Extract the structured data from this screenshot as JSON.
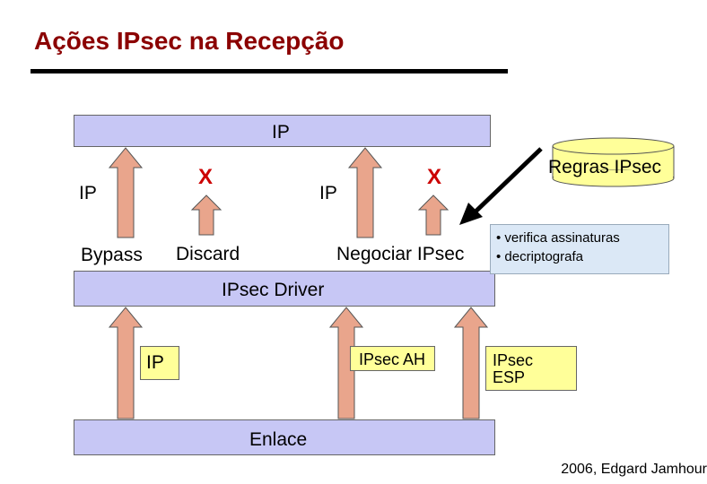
{
  "title": "Ações IPsec na Recepção",
  "bars": {
    "top": "IP",
    "driver": "IPsec Driver",
    "link": "Enlace"
  },
  "labels": {
    "ip_left": "IP",
    "ip_middle": "IP",
    "ip_lower": "IP",
    "bypass": "Bypass",
    "discard": "Discard",
    "negotiate": "Negociar IPsec",
    "ipsec_ah": "IPsec AH",
    "ipsec_esp": "IPsec ESP",
    "x1": "X",
    "x2": "X"
  },
  "database": {
    "label": "Regras IPsec"
  },
  "notes": [
    "• verifica assinaturas",
    "• decriptografa"
  ],
  "footer": "2006, Edgard Jamhour",
  "colors": {
    "title": "#8b0000",
    "bar_fill": "#c7c7f5",
    "arrow_fill": "#e9a58c",
    "db_fill": "#ffff99",
    "x_mark": "#cc0000",
    "notes_fill": "#dbe8f6"
  }
}
